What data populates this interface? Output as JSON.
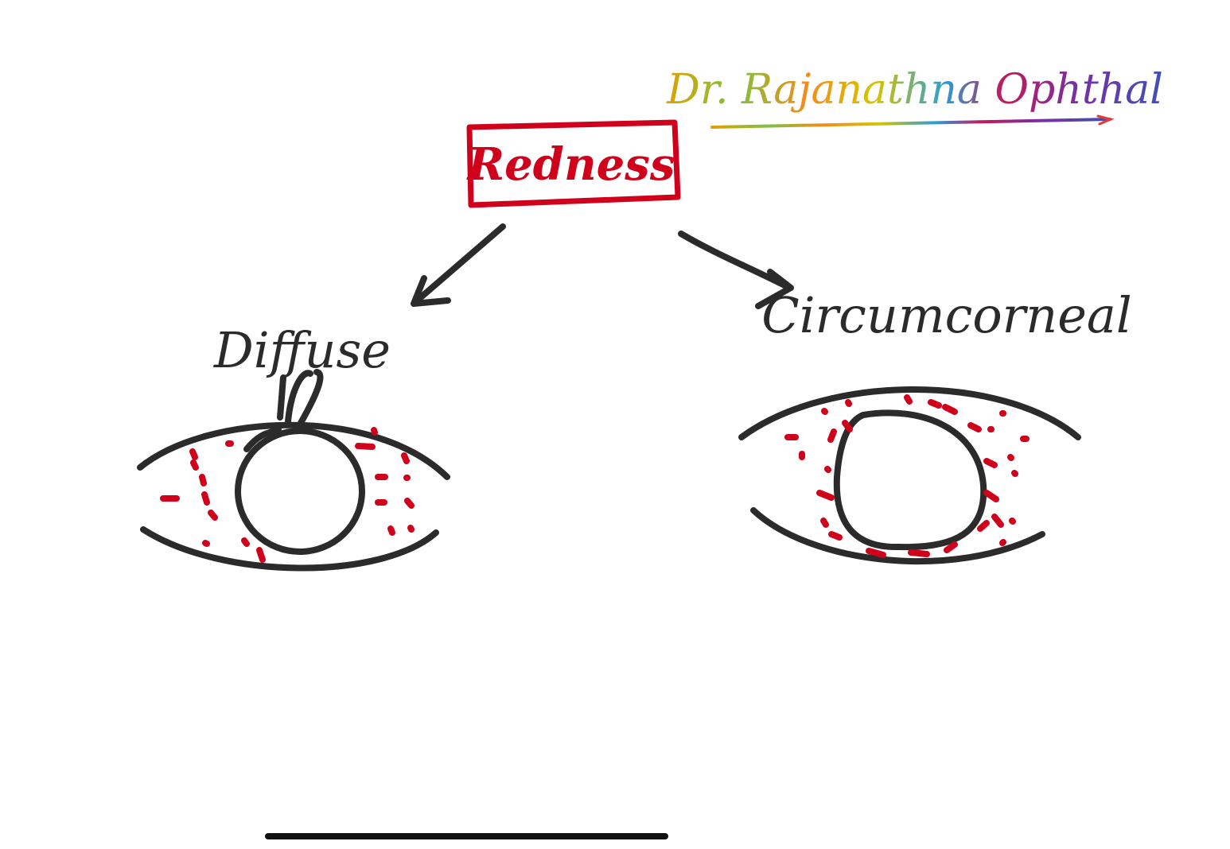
{
  "signature": {
    "text": "Dr. Rajanathna Ophthal",
    "gradient_colors": [
      "#e0a100",
      "#7cc242",
      "#f28c1c",
      "#d6c400",
      "#2a9fd6",
      "#c2185b",
      "#7b2fa0",
      "#3f51b5"
    ]
  },
  "root_node": {
    "label": "Redness",
    "color": "#d0021b"
  },
  "branches": [
    {
      "label": "Diffuse",
      "pattern": "diffuse"
    },
    {
      "label": "Circumcorneal",
      "pattern": "circumcorneal"
    }
  ],
  "colors": {
    "ink": "#2b2b2b",
    "vessel_red": "#d0021b",
    "home_indicator": "#111111"
  },
  "home_indicator": {
    "icon": "home-indicator-bar"
  }
}
